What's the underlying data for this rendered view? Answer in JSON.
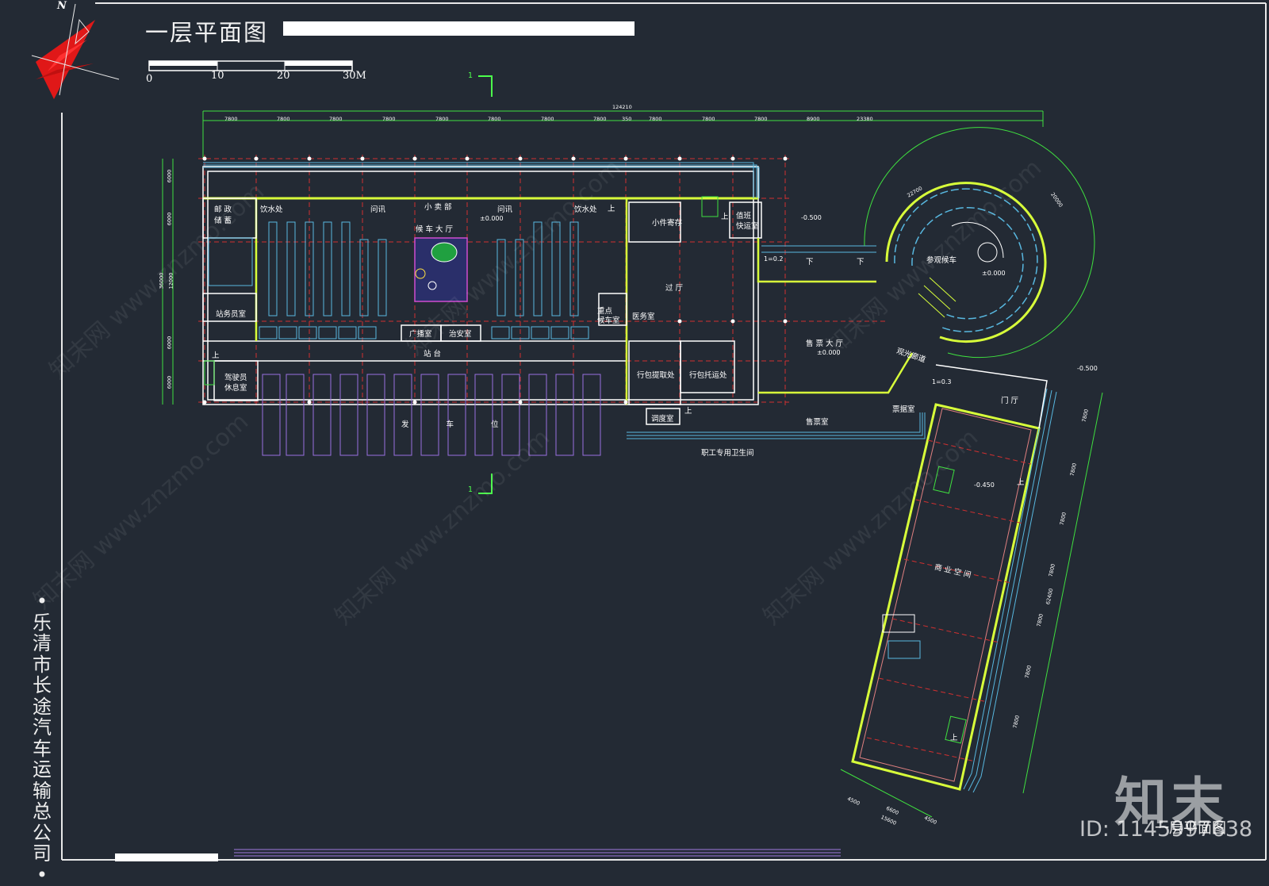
{
  "drawing": {
    "title": "一层平面图",
    "scale_labels": [
      "0",
      "10",
      "20",
      "30M"
    ],
    "north": "N",
    "side_title": "•乐清市长途汽车运输总公司•",
    "section_marks": [
      "1",
      "1"
    ],
    "bottom_title": "一层平面图"
  },
  "dimensions": {
    "overall": "124210",
    "top": [
      "7800",
      "7800",
      "7800",
      "7800",
      "7800",
      "7800",
      "7800",
      "7800",
      "350",
      "7800",
      "7800",
      "7800",
      "8900",
      "23380"
    ],
    "left": [
      "6000",
      "6000",
      "12000",
      "36000",
      "6000",
      "6000"
    ],
    "arc": [
      "22700",
      "20000"
    ],
    "right": [
      "7800",
      "7800",
      "7800",
      "7800",
      "7800",
      "7800",
      "7800",
      "62400"
    ],
    "bottom": [
      "4500",
      "6600",
      "4500",
      "15600"
    ]
  },
  "rooms": {
    "post": "邮 政\n储 蓄",
    "water_left": "饮水处",
    "inquiry_left": "问讯",
    "shop": "小 卖 部",
    "inquiry_right": "问讯",
    "water_right": "饮水处",
    "waiting_hall": "候 车 大 厅",
    "level_0": "±0.000",
    "small_storage": "小件寄存",
    "express": "值班\n快运室",
    "level_minus_05": "-0.500",
    "ramp_left": "1=0.2",
    "down1": "下",
    "down2": "下",
    "sightseeing": "参观候车",
    "level_0b": "±0.000",
    "staff": "站务员室",
    "broadcast": "广播室",
    "security": "治安室",
    "key_wait": "重点\n候车室",
    "medical": "医务室",
    "lobby": "过 厅",
    "ticket_hall": "售 票 大 厅",
    "level_0c": "±0.000",
    "platform": "站 台",
    "driver_rest": "驾驶员\n休息室",
    "bag_pickup": "行包提取处",
    "bag_ship": "行包托运处",
    "dispatch": "调度室",
    "ticket_room": "售票室",
    "finance": "票据室",
    "sightseeing_corridor": "观光廊道",
    "level_minus_03": "1=0.3",
    "foyer": "门 厅",
    "level_minus_05b": "-0.500",
    "level_minus_045": "-0.450",
    "commercial": "商 业 空 间",
    "departure": "发 车 位",
    "staff_wc": "职工专用卫生间",
    "up": "上"
  },
  "watermark": {
    "logo": "知末",
    "id": "ID: 1145997638",
    "text": "知末网 www.znzmo.com"
  }
}
